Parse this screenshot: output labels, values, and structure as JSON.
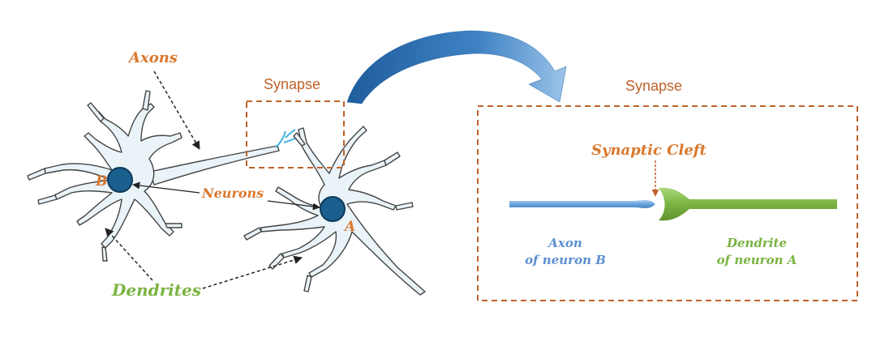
{
  "left": {
    "axons_label": "Axons",
    "synapse_label": "Synapse",
    "neurons_label": "Neurons",
    "dendrites_label": "Dendrites",
    "neuron_b_letter": "B",
    "neuron_a_letter": "A"
  },
  "right": {
    "synapse_label": "Synapse",
    "cleft_label": "Synaptic Cleft",
    "axon_label_line1": "Axon",
    "axon_label_line2": "of neuron B",
    "dendrite_label_line1": "Dendrite",
    "dendrite_label_line2": "of neuron A"
  },
  "colors": {
    "label_orange": "#d9782e",
    "box_dash": "#c0622a",
    "dendrite_green": "#7bb342",
    "axon_blue": "#5b8fd0",
    "nucleus": "#1b5f8e",
    "cell_fill": "#e9f3f8"
  }
}
